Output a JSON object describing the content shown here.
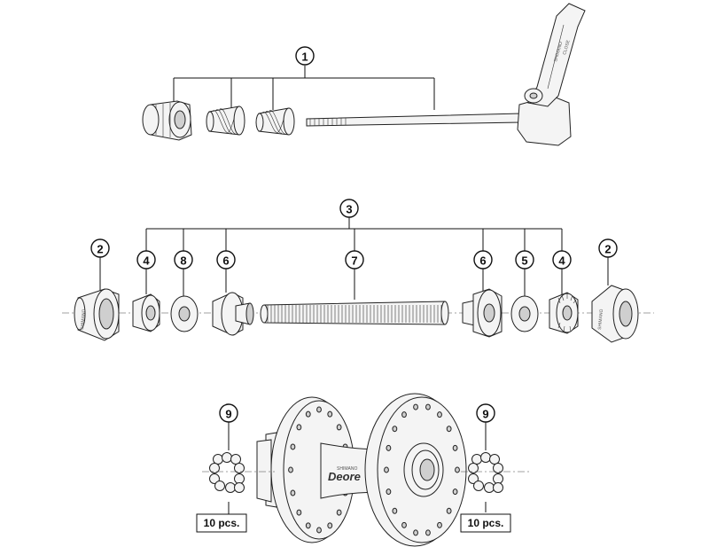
{
  "callouts": {
    "c1": "1",
    "c2_left": "2",
    "c2_right": "2",
    "c3": "3",
    "c4_left": "4",
    "c4_right": "4",
    "c5": "5",
    "c6_left": "6",
    "c6_right": "6",
    "c7": "7",
    "c8": "8",
    "c9_left": "9",
    "c9_right": "9"
  },
  "quantity": {
    "left": "10 pcs.",
    "right": "10 pcs."
  },
  "hub": {
    "brand": "Deore",
    "maker": "SHIMANO"
  }
}
